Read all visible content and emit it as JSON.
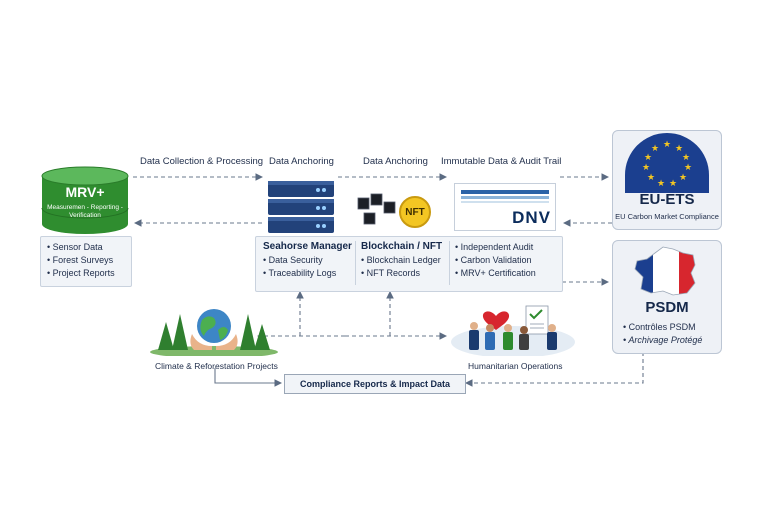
{
  "flow_labels": {
    "collection": "Data Collection & Processing",
    "anchoring_1": "Data Anchoring",
    "anchoring_2": "Data Anchoring",
    "audit_trail": "Immutable Data & Audit Trail"
  },
  "mrv": {
    "title": "MRV+",
    "subtitle": "Measuremen - Reporting - Verification",
    "items": [
      "Sensor Data",
      "Forest Surveys",
      "Project  Reports"
    ]
  },
  "nft_badge": "NFT",
  "dnv_logo": "DNV",
  "middle": {
    "seahorse": {
      "title": "Seahorse Manager",
      "items": [
        "Data Security",
        "Traceability Logs"
      ]
    },
    "blockchain": {
      "title": "Blockchain / NFT",
      "items": [
        "Blockchain Ledger",
        "NFT Records"
      ]
    },
    "audit": {
      "items": [
        "Independent Audit",
        "Carbon Validation",
        "MRV+ Certification"
      ]
    }
  },
  "eu_ets": {
    "title": "EU-ETS",
    "subtitle": "EU Carbon Market Compliance"
  },
  "psdm": {
    "title": "PSDM",
    "items": [
      "Contrôles PSDM",
      "Archivage Protégé"
    ]
  },
  "climate_label": "Climate & Reforestation Projects",
  "humanitarian_label": "Humanitarian Operations",
  "compliance_box": "Compliance Reports & Impact Data",
  "colors": {
    "green": "#2e8b2e",
    "navy": "#1a3a6e",
    "eu_blue": "#1b3f8f",
    "gold": "#f3c623",
    "red": "#d7262e"
  }
}
